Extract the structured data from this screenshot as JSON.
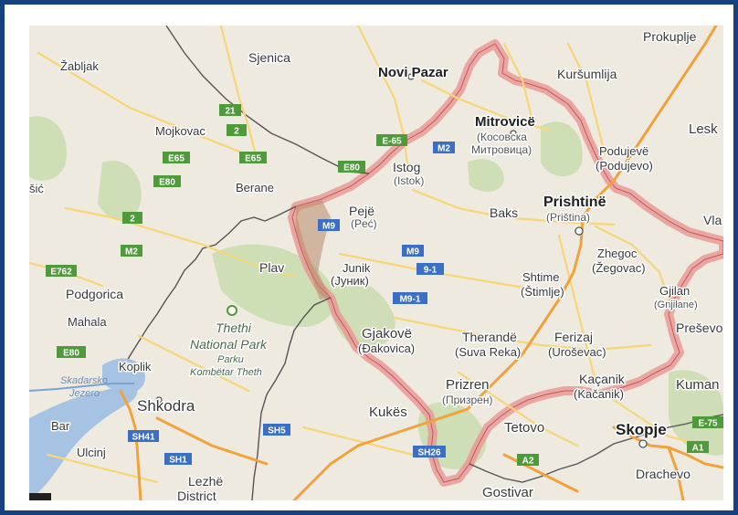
{
  "map": {
    "places": [
      {
        "id": "zabljak",
        "label": "Žabljak"
      },
      {
        "id": "sjenica",
        "label": "Sjenica"
      },
      {
        "id": "novi-pazar",
        "label": "Novi Pazar"
      },
      {
        "id": "prokuplje",
        "label": "Prokuplje"
      },
      {
        "id": "kursumlija",
        "label": "Kuršumlija"
      },
      {
        "id": "mojkovac",
        "label": "Mojkovac"
      },
      {
        "id": "mitrovice",
        "label": "Mitrovicë"
      },
      {
        "id": "mitrovice-cyr",
        "label": "(Косовска"
      },
      {
        "id": "mitrovice-cyr2",
        "label": "Митровица)"
      },
      {
        "id": "lesk",
        "label": "Lesk"
      },
      {
        "id": "podujeve",
        "label": "Podujevë"
      },
      {
        "id": "podujevo",
        "label": "(Podujevo)"
      },
      {
        "id": "sic",
        "label": "šić"
      },
      {
        "id": "berane",
        "label": "Berane"
      },
      {
        "id": "istog",
        "label": "Istog"
      },
      {
        "id": "istok",
        "label": "(Istok)"
      },
      {
        "id": "peje",
        "label": "Pejë"
      },
      {
        "id": "pec",
        "label": "(Peć)"
      },
      {
        "id": "baks",
        "label": "Baks"
      },
      {
        "id": "prishtine",
        "label": "Prishtinë"
      },
      {
        "id": "pristina",
        "label": "(Priština)"
      },
      {
        "id": "vla",
        "label": "Vla"
      },
      {
        "id": "zhegoc",
        "label": "Zhegoc"
      },
      {
        "id": "zegovac",
        "label": "(Žegovac)"
      },
      {
        "id": "plav",
        "label": "Plav"
      },
      {
        "id": "junik",
        "label": "Junik"
      },
      {
        "id": "junik-cyr",
        "label": "(Јуник)"
      },
      {
        "id": "shtime",
        "label": "Shtime"
      },
      {
        "id": "stimlje",
        "label": "(Štimlje)"
      },
      {
        "id": "gjilan",
        "label": "Gjilan"
      },
      {
        "id": "gnjilane",
        "label": "(Gnjilane)"
      },
      {
        "id": "podgorica",
        "label": "Podgorica"
      },
      {
        "id": "mahala",
        "label": "Mahala"
      },
      {
        "id": "thethi",
        "label": "Thethi"
      },
      {
        "id": "national-park",
        "label": "National Park"
      },
      {
        "id": "parku",
        "label": "Parku"
      },
      {
        "id": "kombetar",
        "label": "Kombëtar Theth"
      },
      {
        "id": "gjakove",
        "label": "Gjakovë"
      },
      {
        "id": "dakovica",
        "label": "(Đakovica)"
      },
      {
        "id": "therande",
        "label": "Therandë"
      },
      {
        "id": "suva-reka",
        "label": "(Suva Reka)"
      },
      {
        "id": "ferizaj",
        "label": "Ferizaj"
      },
      {
        "id": "urosevac",
        "label": "(Uroševac)"
      },
      {
        "id": "presevo",
        "label": "Preševo"
      },
      {
        "id": "koplik",
        "label": "Koplik"
      },
      {
        "id": "skadarsko",
        "label": "Skadarsko"
      },
      {
        "id": "jezero",
        "label": "Jezero"
      },
      {
        "id": "prizren",
        "label": "Prizren"
      },
      {
        "id": "prizren-cyr",
        "label": "(Призрен)"
      },
      {
        "id": "kacanik",
        "label": "Kaçanik"
      },
      {
        "id": "kacanik2",
        "label": "(Kačanik)"
      },
      {
        "id": "kuman",
        "label": "Kuman"
      },
      {
        "id": "shkodra",
        "label": "Shkodra"
      },
      {
        "id": "kukes",
        "label": "Kukës"
      },
      {
        "id": "bar",
        "label": "Bar"
      },
      {
        "id": "tetovo",
        "label": "Tetovo"
      },
      {
        "id": "skopje",
        "label": "Skopje"
      },
      {
        "id": "ulcinj",
        "label": "Ulcinj"
      },
      {
        "id": "lezhe",
        "label": "Lezhë"
      },
      {
        "id": "district",
        "label": "District"
      },
      {
        "id": "drachevo",
        "label": "Drachevo"
      },
      {
        "id": "gostivar",
        "label": "Gostivar"
      }
    ],
    "road_shields": [
      {
        "id": "r21",
        "label": "21",
        "color": "#4f9a3a"
      },
      {
        "id": "r2a",
        "label": "2",
        "color": "#4f9a3a"
      },
      {
        "id": "e65a",
        "label": "E65",
        "color": "#4f9a3a"
      },
      {
        "id": "e65b",
        "label": "E65",
        "color": "#4f9a3a"
      },
      {
        "id": "e80a",
        "label": "E80",
        "color": "#4f9a3a"
      },
      {
        "id": "e80b",
        "label": "E80",
        "color": "#4f9a3a"
      },
      {
        "id": "e65c",
        "label": "E-65",
        "color": "#4f9a3a"
      },
      {
        "id": "m2a",
        "label": "M2",
        "color": "#3a6fc4"
      },
      {
        "id": "r2b",
        "label": "2",
        "color": "#4f9a3a"
      },
      {
        "id": "m2b",
        "label": "M2",
        "color": "#4f9a3a"
      },
      {
        "id": "m9a",
        "label": "M9",
        "color": "#3a6fc4"
      },
      {
        "id": "m9b",
        "label": "M9",
        "color": "#3a6fc4"
      },
      {
        "id": "r91",
        "label": "9-1",
        "color": "#3a6fc4"
      },
      {
        "id": "m91",
        "label": "M9-1",
        "color": "#3a6fc4"
      },
      {
        "id": "e762",
        "label": "E762",
        "color": "#4f9a3a"
      },
      {
        "id": "e80c",
        "label": "E80",
        "color": "#4f9a3a"
      },
      {
        "id": "sh41",
        "label": "SH41",
        "color": "#3a6fc4"
      },
      {
        "id": "sh5",
        "label": "SH5",
        "color": "#3a6fc4"
      },
      {
        "id": "sh1",
        "label": "SH1",
        "color": "#3a6fc4"
      },
      {
        "id": "sh26",
        "label": "SH26",
        "color": "#3a6fc4"
      },
      {
        "id": "a2",
        "label": "A2",
        "color": "#4f9a3a"
      },
      {
        "id": "a1",
        "label": "A1",
        "color": "#4f9a3a"
      },
      {
        "id": "e75",
        "label": "E-75",
        "color": "#4f9a3a"
      }
    ],
    "colors": {
      "frame": "#16407e",
      "land": "#eeeae0",
      "highlight_border": "#e99a96",
      "water": "#a6c3e3",
      "forest": "#c9dcae",
      "motorway": "#f2a23a",
      "road": "#f7d675"
    }
  }
}
